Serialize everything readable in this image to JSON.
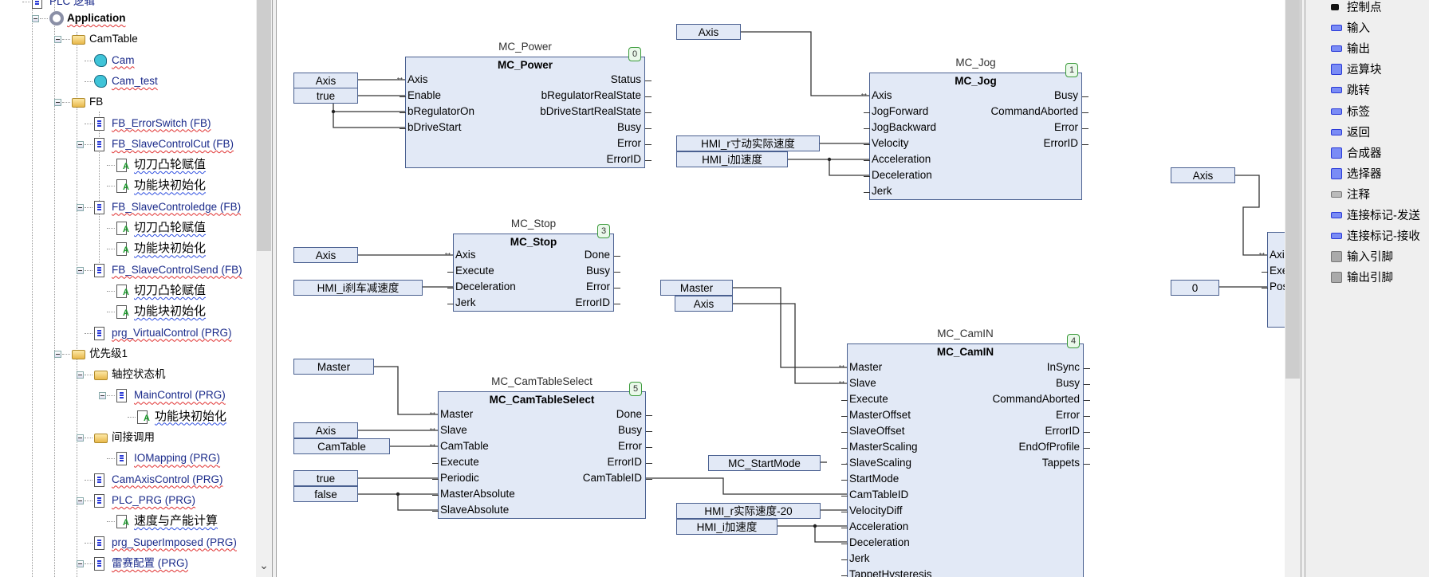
{
  "tree": {
    "items": [
      {
        "label": "PLC 逻辑",
        "icon": "plc-logic-icon",
        "level": 0,
        "y": -8,
        "style": "blue"
      },
      {
        "label": "Application",
        "icon": "gear-icon",
        "level": 1,
        "style": "bold"
      },
      {
        "label": "CamTable",
        "icon": "folder-icon",
        "level": 2
      },
      {
        "label": "Cam",
        "icon": "cam-icon",
        "level": 3,
        "style": "blue"
      },
      {
        "label": "Cam_test",
        "icon": "cam-icon",
        "level": 3,
        "style": "blue"
      },
      {
        "label": "FB",
        "icon": "folder-icon",
        "level": 2
      },
      {
        "label": "FB_ErrorSwitch (FB)",
        "icon": "pou-icon",
        "level": 3,
        "style": "blue"
      },
      {
        "label": "FB_SlaveControlCut (FB)",
        "icon": "pou-icon",
        "level": 3,
        "style": "blue"
      },
      {
        "label": "切刀凸轮赋值",
        "icon": "action-icon",
        "level": 4
      },
      {
        "label": "功能块初始化",
        "icon": "action-icon",
        "level": 4
      },
      {
        "label": "FB_SlaveControledge (FB)",
        "icon": "pou-icon",
        "level": 3,
        "style": "blue"
      },
      {
        "label": "切刀凸轮赋值",
        "icon": "action-icon",
        "level": 4
      },
      {
        "label": "功能块初始化",
        "icon": "action-icon",
        "level": 4
      },
      {
        "label": "FB_SlaveControlSend (FB)",
        "icon": "pou-icon",
        "level": 3,
        "style": "blue"
      },
      {
        "label": "切刀凸轮赋值",
        "icon": "action-icon",
        "level": 4
      },
      {
        "label": "功能块初始化",
        "icon": "action-icon",
        "level": 4
      },
      {
        "label": "prg_VirtualControl (PRG)",
        "icon": "pou-icon",
        "level": 3,
        "style": "blue"
      },
      {
        "label": "优先级1",
        "icon": "folder-icon",
        "level": 2
      },
      {
        "label": "轴控状态机",
        "icon": "folder-icon",
        "level": 3
      },
      {
        "label": "MainControl (PRG)",
        "icon": "pou-icon",
        "level": 4,
        "style": "blue"
      },
      {
        "label": "功能块初始化",
        "icon": "action-icon",
        "level": 5
      },
      {
        "label": "间接调用",
        "icon": "folder-icon",
        "level": 3
      },
      {
        "label": "IOMapping (PRG)",
        "icon": "pou-icon",
        "level": 4,
        "style": "blue"
      },
      {
        "label": "CamAxisControl (PRG)",
        "icon": "pou-icon",
        "level": 3,
        "style": "blue"
      },
      {
        "label": "PLC_PRG (PRG)",
        "icon": "pou-icon",
        "level": 3,
        "style": "blue"
      },
      {
        "label": "速度与产能计算",
        "icon": "action-icon",
        "level": 4
      },
      {
        "label": "prg_SuperImposed (PRG)",
        "icon": "pou-icon",
        "level": 3,
        "style": "blue"
      },
      {
        "label": "雷赛配置 (PRG)",
        "icon": "pou-icon",
        "level": 3,
        "style": "blue"
      }
    ],
    "scroll_down_glyph": "⌄"
  },
  "diagram": {
    "blocks": [
      {
        "id": "power",
        "instance": "MC_Power",
        "type": "MC_Power",
        "order": "0",
        "inputs": [
          "Axis",
          "Enable",
          "bRegulatorOn",
          "bDriveStart"
        ],
        "outputs": [
          "Status",
          "bRegulatorRealState",
          "bDriveStartRealState",
          "Busy",
          "Error",
          "ErrorID"
        ]
      },
      {
        "id": "jog",
        "instance": "MC_Jog",
        "type": "MC_Jog",
        "order": "1",
        "inputs": [
          "Axis",
          "JogForward",
          "JogBackward",
          "Velocity",
          "Acceleration",
          "Deceleration",
          "Jerk"
        ],
        "outputs": [
          "Busy",
          "CommandAborted",
          "Error",
          "ErrorID"
        ]
      },
      {
        "id": "stop",
        "instance": "MC_Stop",
        "type": "MC_Stop",
        "order": "3",
        "inputs": [
          "Axis",
          "Execute",
          "Deceleration",
          "Jerk"
        ],
        "outputs": [
          "Done",
          "Busy",
          "Error",
          "ErrorID"
        ]
      },
      {
        "id": "camsel",
        "instance": "MC_CamTableSelect",
        "type": "MC_CamTableSelect",
        "order": "5",
        "inputs": [
          "Master",
          "Slave",
          "CamTable",
          "Execute",
          "Periodic",
          "MasterAbsolute",
          "SlaveAbsolute"
        ],
        "outputs": [
          "Done",
          "Busy",
          "Error",
          "ErrorID",
          "CamTableID"
        ]
      },
      {
        "id": "camin",
        "instance": "MC_CamIN",
        "type": "MC_CamIN",
        "order": "4",
        "inputs": [
          "Master",
          "Slave",
          "Execute",
          "MasterOffset",
          "SlaveOffset",
          "MasterScaling",
          "SlaveScaling",
          "StartMode",
          "CamTableID",
          "VelocityDiff",
          "Acceleration",
          "Deceleration",
          "Jerk",
          "TappetHysteresis"
        ],
        "outputs": [
          "InSync",
          "Busy",
          "CommandAborted",
          "Error",
          "ErrorID",
          "EndOfProfile",
          "Tappets"
        ]
      },
      {
        "id": "partial",
        "instance": "",
        "type": "",
        "order": "",
        "inputs": [
          "Axi",
          "Exe",
          "Pos"
        ],
        "outputs": []
      }
    ],
    "variables": {
      "power_axis": "Axis",
      "power_enable": "true",
      "jog_axis": "Axis",
      "jog_velocity": "HMI_r寸动实际速度",
      "jog_accel": "HMI_i加速度",
      "stop_axis": "Axis",
      "stop_decel": "HMI_i刹车减速度",
      "camsel_master": "Master",
      "camsel_slave": "Axis",
      "camsel_camtable": "CamTable",
      "camsel_periodic": "true",
      "camsel_masterabs": "false",
      "camin_master": "Master",
      "camin_slave": "Axis",
      "camin_startmode": "MC_StartMode",
      "camin_veldiff": "HMI_r实际速度-20",
      "camin_accel": "HMI_i加速度",
      "partial_axis": "Axis",
      "partial_pos": "0"
    },
    "bidir_glyph": "↔"
  },
  "toolbox": {
    "items": [
      {
        "label": "控制点",
        "icon": "control-point-icon"
      },
      {
        "label": "输入",
        "icon": "input-icon"
      },
      {
        "label": "输出",
        "icon": "output-icon"
      },
      {
        "label": "运算块",
        "icon": "box-icon"
      },
      {
        "label": "跳转",
        "icon": "jump-icon"
      },
      {
        "label": "标签",
        "icon": "label-icon"
      },
      {
        "label": "返回",
        "icon": "return-icon"
      },
      {
        "label": "合成器",
        "icon": "composer-icon"
      },
      {
        "label": "选择器",
        "icon": "selector-icon"
      },
      {
        "label": "注释",
        "icon": "comment-icon"
      },
      {
        "label": "连接标记-发送",
        "icon": "connection-mark-source-icon"
      },
      {
        "label": "连接标记-接收",
        "icon": "connection-mark-sink-icon"
      },
      {
        "label": "输入引脚",
        "icon": "input-pin-icon"
      },
      {
        "label": "输出引脚",
        "icon": "output-pin-icon"
      }
    ]
  },
  "colors": {
    "block_fill": "#e2e9f6",
    "block_border": "#4a6090",
    "order_badge_border": "#3a9a3a",
    "tree_link_text": "#1a2a8a"
  }
}
